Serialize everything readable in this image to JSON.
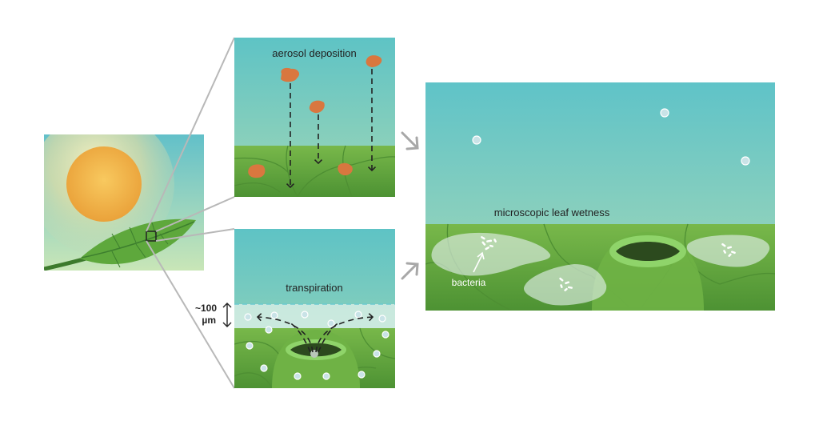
{
  "labels": {
    "aerosol_deposition": "aerosol deposition",
    "transpiration": "transpiration",
    "microscopic_leaf_wetness": "microscopic leaf wetness",
    "bacteria": "bacteria",
    "scale_value": "~100",
    "scale_unit": "µm"
  },
  "colors": {
    "sky_top": "#5fc2c6",
    "sky_bottom": "#a9dab9",
    "leaf_green": "#6aad3c",
    "leaf_dark": "#3f7f2e",
    "stomata_ring": "#8fd46a",
    "aerosol": "#d9773f",
    "sun": "#f2b24a",
    "connector_gray": "#b5b5b5",
    "arrow_gray": "#a8a8a8"
  }
}
